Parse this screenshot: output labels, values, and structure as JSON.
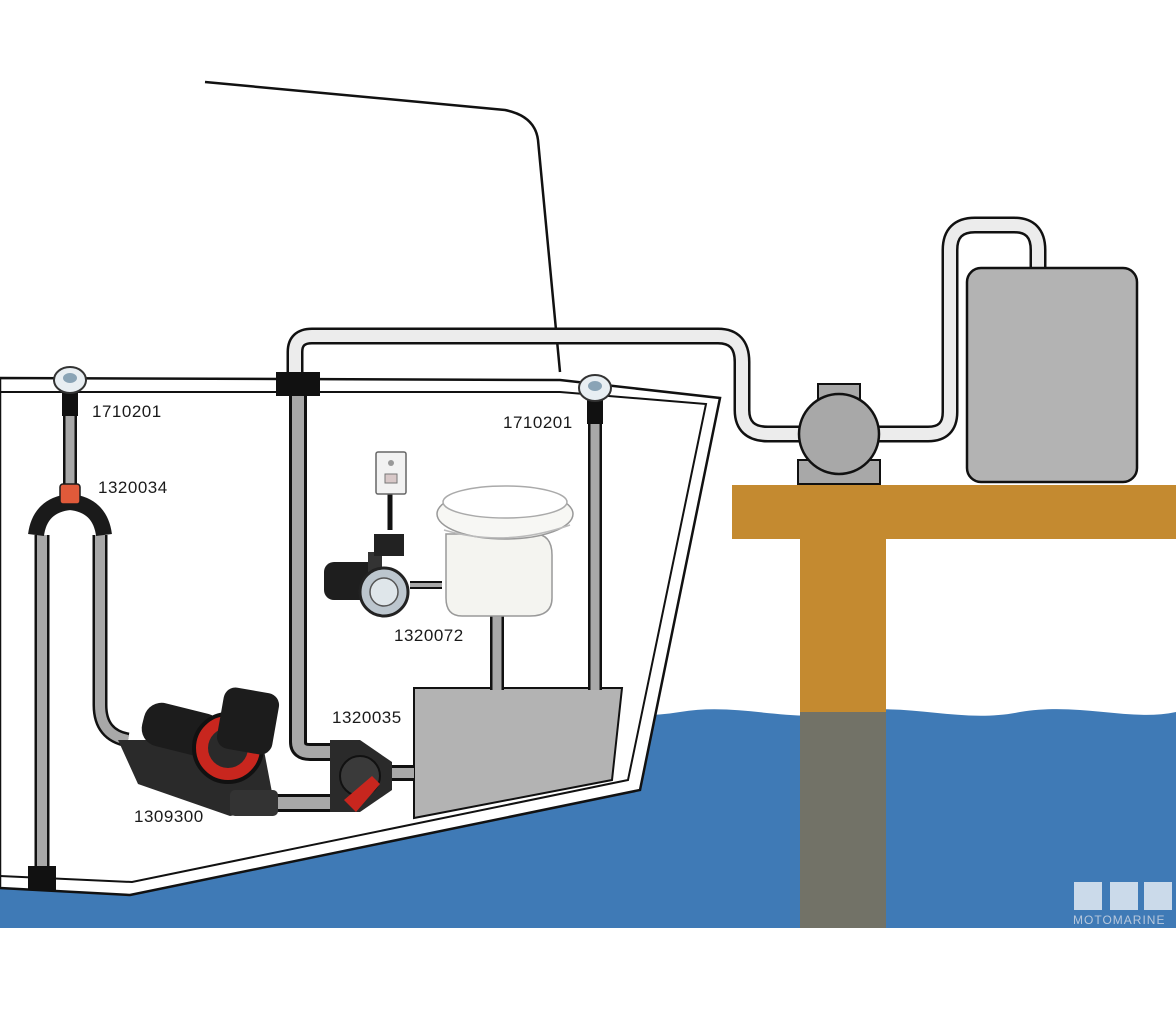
{
  "labels": {
    "thru_hull_left": "1710201",
    "vented_loop": "1320034",
    "thru_hull_right": "1710201",
    "toilet_pump": "1320072",
    "y_valve": "1320035",
    "macerator_pump": "1309300"
  },
  "watermark": {
    "brand": "MOTOMARINE"
  },
  "colors": {
    "water": "#3f7ab6",
    "dock": "#c48a30",
    "tank": "#b3b3b3",
    "hose": "#a8a8a8",
    "pump_accent": "#c8261e"
  },
  "icons": {
    "thru_hull": "thru-hull-fitting-icon",
    "vented_loop": "vented-loop-icon",
    "control_panel": "control-panel-icon",
    "toilet": "toilet-icon",
    "electric_pump": "electric-pump-icon",
    "macerator": "macerator-pump-icon",
    "y_valve": "y-valve-icon",
    "holding_tank": "holding-tank-icon",
    "shore_pump": "shore-pump-icon",
    "shore_tank": "shore-tank-icon"
  }
}
